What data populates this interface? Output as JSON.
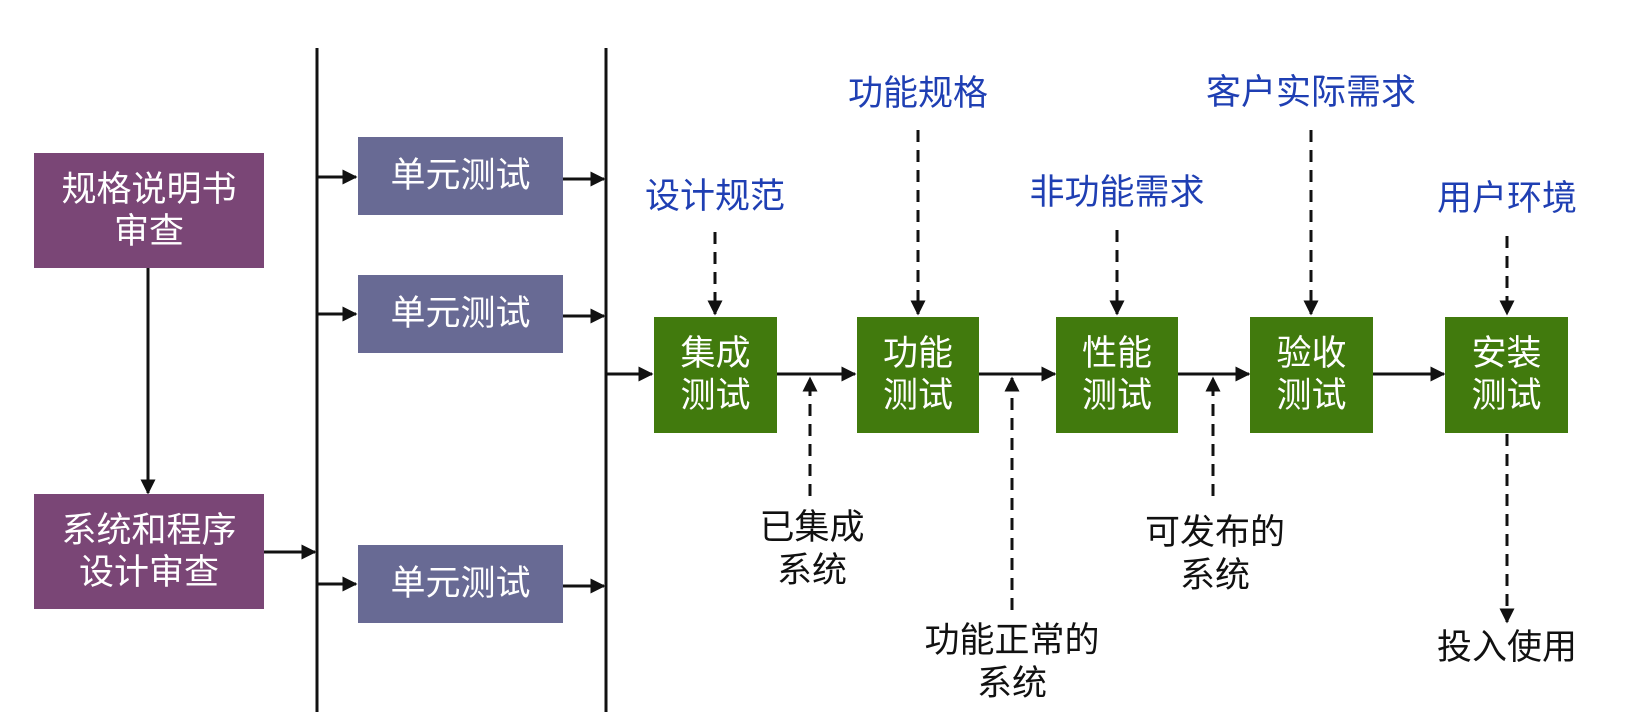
{
  "review_boxes": {
    "spec_review": "规格说明书\n审查",
    "design_review": "系统和程序\n设计审查"
  },
  "unit_tests": [
    "单元测试",
    "单元测试",
    "单元测试"
  ],
  "test_stages": [
    "集成\n测试",
    "功能\n测试",
    "性能\n测试",
    "验收\n测试",
    "安装\n测试"
  ],
  "inputs": {
    "design_spec": "设计规范",
    "functional_spec": "功能规格",
    "nonfunctional_req": "非功能需求",
    "customer_req": "客户实际需求",
    "user_env": "用户环境"
  },
  "outputs": {
    "integrated_system": "已集成\n系统",
    "functioning_system": "功能正常的\n系统",
    "releasable_system": "可发布的\n系统",
    "in_use": "投入使用"
  },
  "colors": {
    "review_box": "#7a4676",
    "unit_test_box": "#686a94",
    "stage_box": "#417a0d",
    "input_text": "#1f3fb3",
    "output_text": "#111111",
    "line": "#111111"
  }
}
